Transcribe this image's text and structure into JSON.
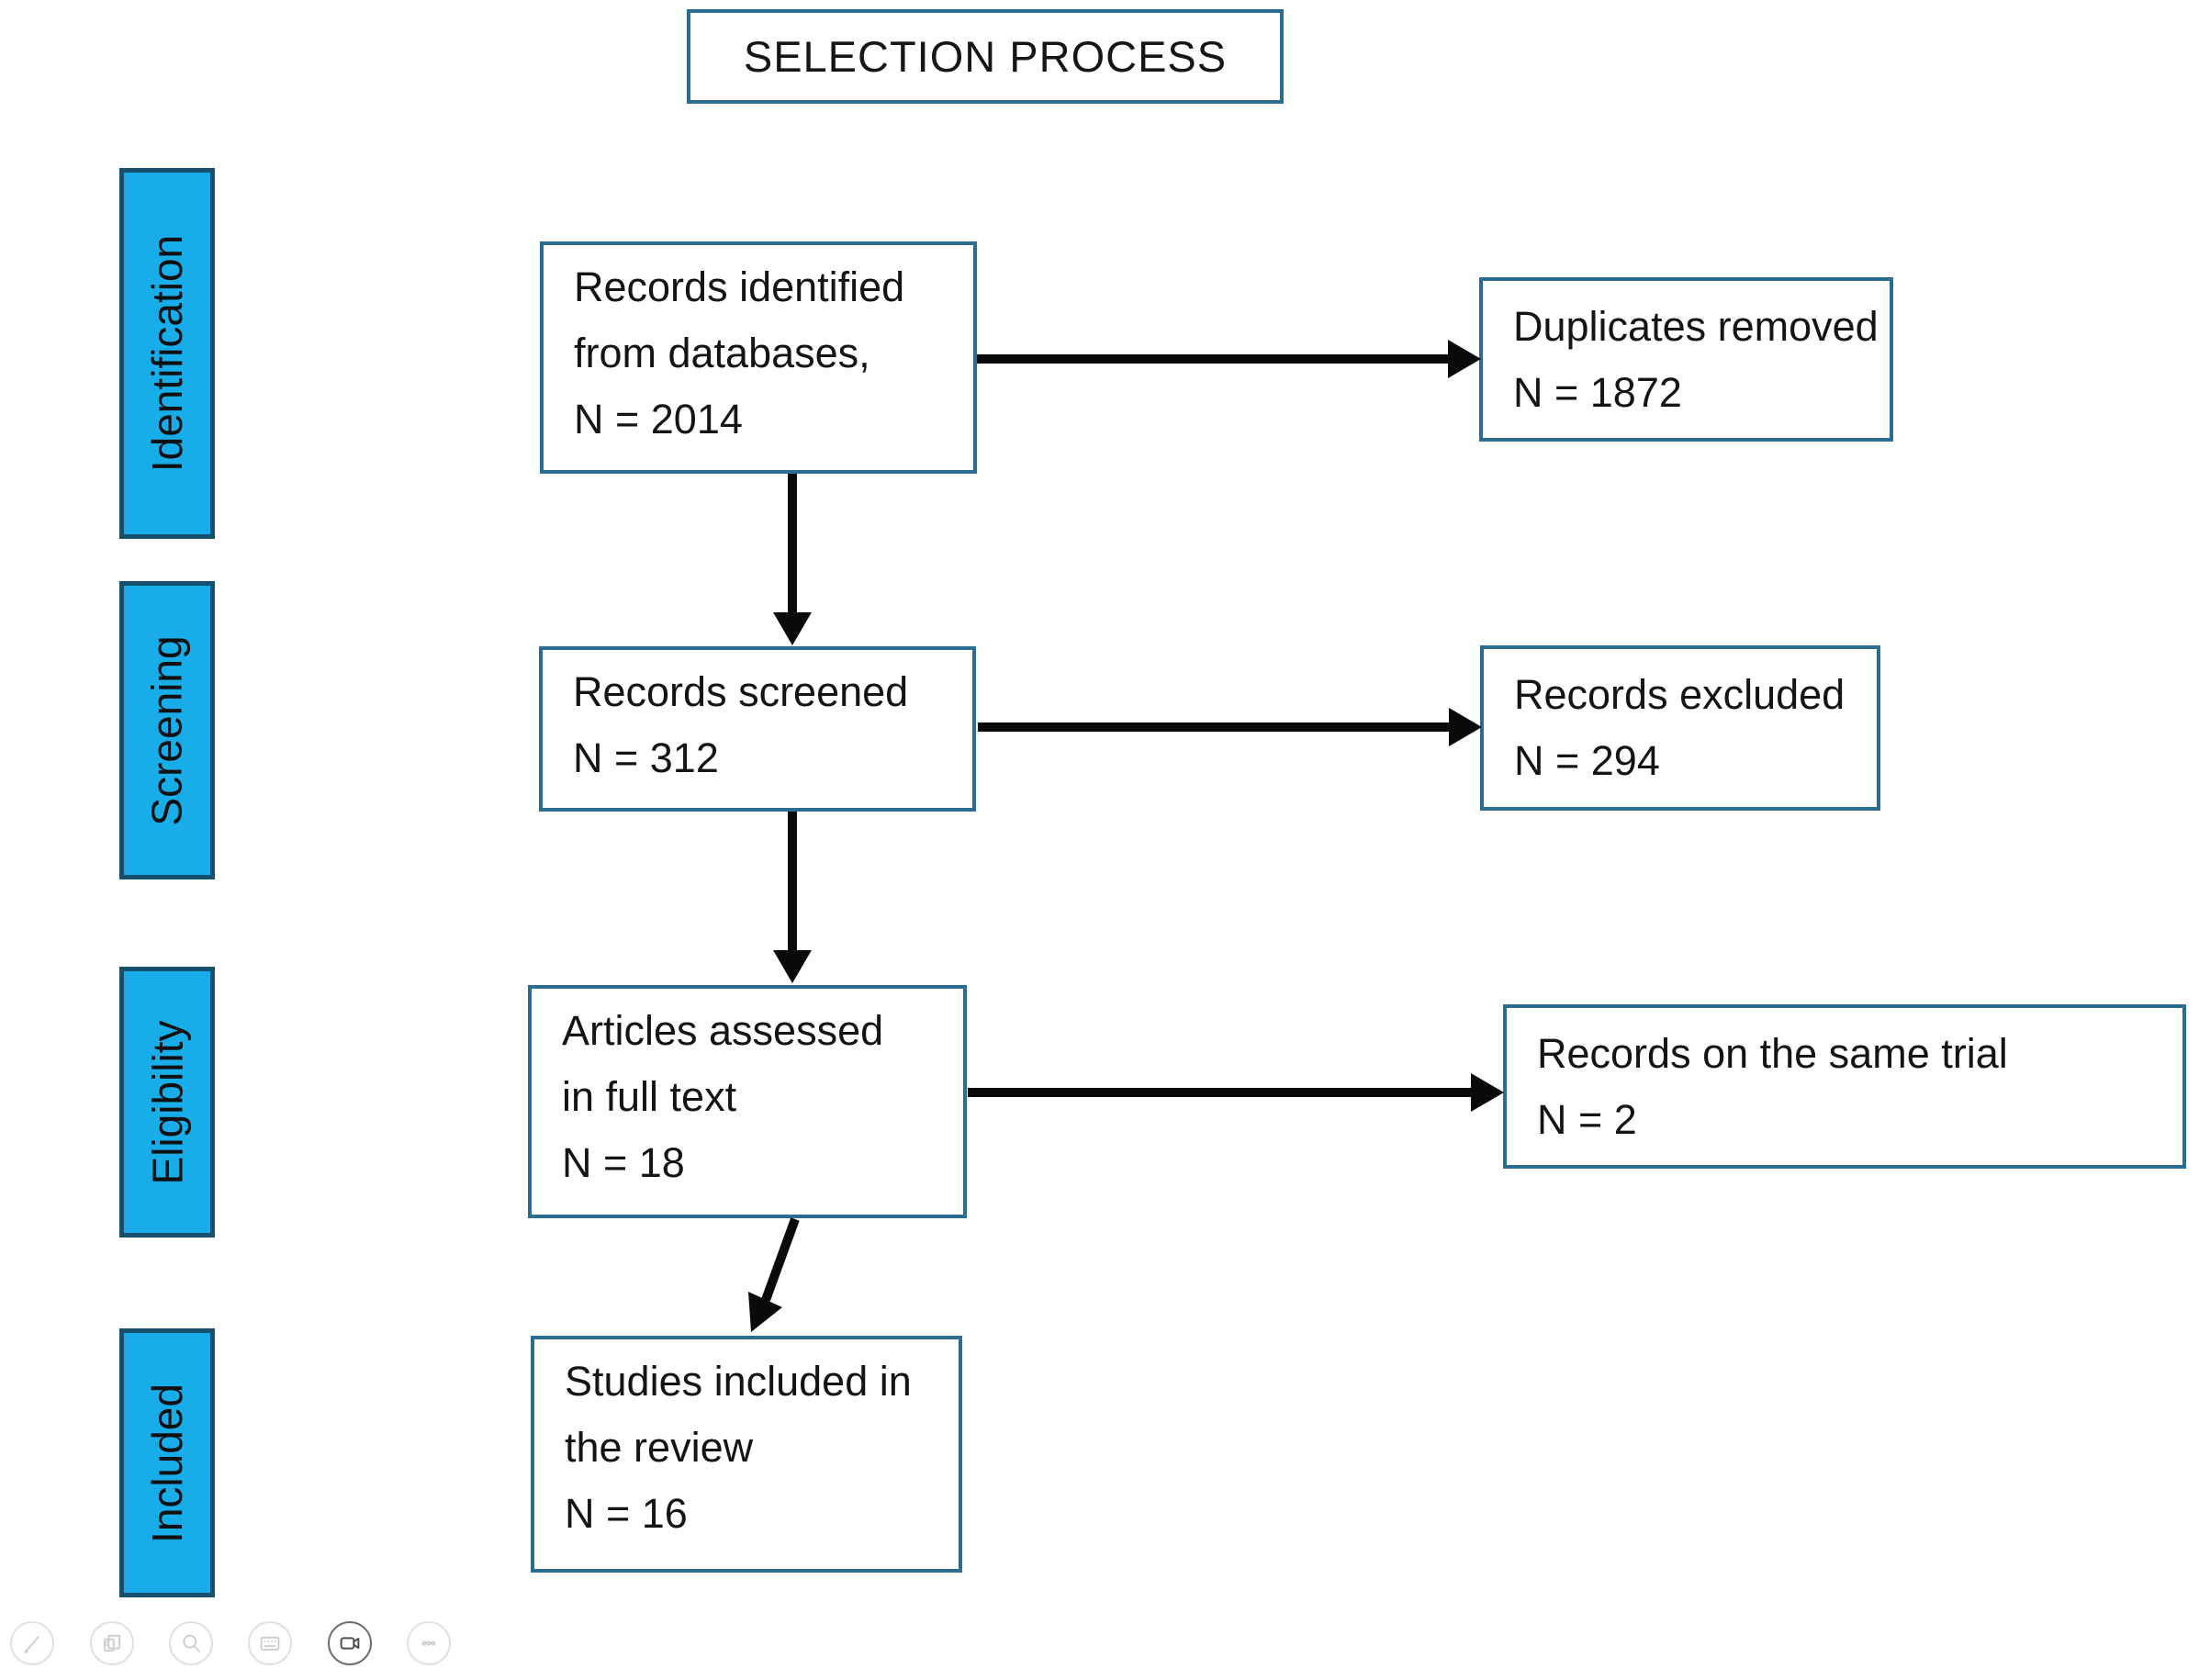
{
  "title": "SELECTION PROCESS",
  "stages": [
    {
      "label": "Identification"
    },
    {
      "label": "Screening"
    },
    {
      "label": "Eligibility"
    },
    {
      "label": "Included"
    }
  ],
  "flow": {
    "records_identified": {
      "text": "Records identified\nfrom databases,\nN = 2014",
      "n": 2014
    },
    "duplicates_removed": {
      "text": "Duplicates removed\nN = 1872",
      "n": 1872
    },
    "records_screened": {
      "text": "Records screened\nN = 312",
      "n": 312
    },
    "records_excluded": {
      "text": "Records excluded\nN = 294",
      "n": 294
    },
    "articles_assessed": {
      "text": "Articles assessed\nin full text\nN = 18",
      "n": 18
    },
    "records_same_trial": {
      "text": "Records on the same trial\nN = 2",
      "n": 2
    },
    "studies_included": {
      "text": "Studies included in\nthe review\nN = 16",
      "n": 16
    }
  },
  "colors": {
    "stage_fill": "#18ace8",
    "stage_border": "#17506e",
    "box_border": "#2a6d91",
    "arrow": "#0a0a0a",
    "text": "#161616"
  },
  "toolbar": {
    "buttons": [
      "pen-icon",
      "media-icon",
      "search-icon",
      "keyboard-icon",
      "video-camera-icon",
      "more-icon"
    ]
  }
}
